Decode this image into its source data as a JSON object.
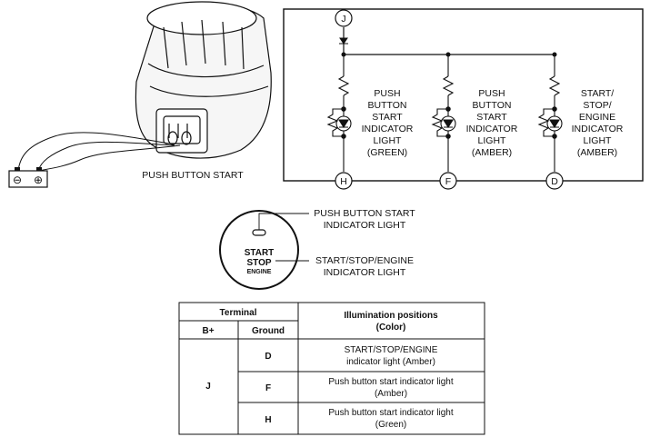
{
  "component": {
    "label": "PUSH BUTTON START"
  },
  "circuit": {
    "top_terminal": "J",
    "bottom_terminals": [
      "H",
      "F",
      "D"
    ],
    "branch_labels": [
      [
        "PUSH",
        "BUTTON",
        "START",
        "INDICATOR",
        "LIGHT",
        "(GREEN)"
      ],
      [
        "PUSH",
        "BUTTON",
        "START",
        "INDICATOR",
        "LIGHT",
        "(AMBER)"
      ],
      [
        "START/",
        "STOP/",
        "ENGINE",
        "INDICATOR",
        "LIGHT",
        "(AMBER)"
      ]
    ]
  },
  "button_face": {
    "line1": "START",
    "line2": "STOP",
    "line3": "ENGINE",
    "callout_top": [
      "PUSH BUTTON START",
      "INDICATOR LIGHT"
    ],
    "callout_mid": [
      "START/STOP/ENGINE",
      "INDICATOR LIGHT"
    ]
  },
  "battery": {
    "neg_symbol": "⊖",
    "pos_symbol": "⊕"
  },
  "table": {
    "header_terminal": "Terminal",
    "header_bplus": "B+",
    "header_ground": "Ground",
    "header_illum": [
      "Illumination positions",
      "(Color)"
    ],
    "bplus_value": "J",
    "rows": [
      {
        "ground": "D",
        "illum": [
          "START/STOP/ENGINE",
          "indicator light (Amber)"
        ]
      },
      {
        "ground": "F",
        "illum": [
          "Push button start indicator light",
          "(Amber)"
        ]
      },
      {
        "ground": "H",
        "illum": [
          "Push button start indicator light",
          "(Green)"
        ]
      }
    ]
  },
  "colors": {
    "line": "#111111",
    "background": "#ffffff"
  }
}
